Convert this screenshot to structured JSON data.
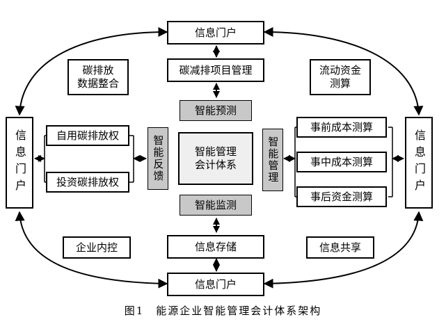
{
  "portals": {
    "top": "信息门户",
    "bottom": "信息门户",
    "left": "信息门户",
    "right": "信息门户"
  },
  "top_center": "碳减排项目管理",
  "top_left": [
    "碳排放",
    "数据整合"
  ],
  "top_right": [
    "流动资金",
    "测算"
  ],
  "left_items": [
    "自用碳排放权",
    "投资碳排放权"
  ],
  "right_items": [
    "事前成本测算",
    "事中成本测算",
    "事后资金测算"
  ],
  "intelligent_forecast": "智能预测",
  "intelligent_monitor": "智能监测",
  "intelligent_feedback": "智能反馈",
  "intelligent_management": "智能管理",
  "core": [
    "智能管理",
    "会计体系"
  ],
  "bottom_left": "企业内控",
  "bottom_center": "信息存储",
  "bottom_right": "信息共享",
  "caption": "图1　能源企业智能管理会计体系架构"
}
